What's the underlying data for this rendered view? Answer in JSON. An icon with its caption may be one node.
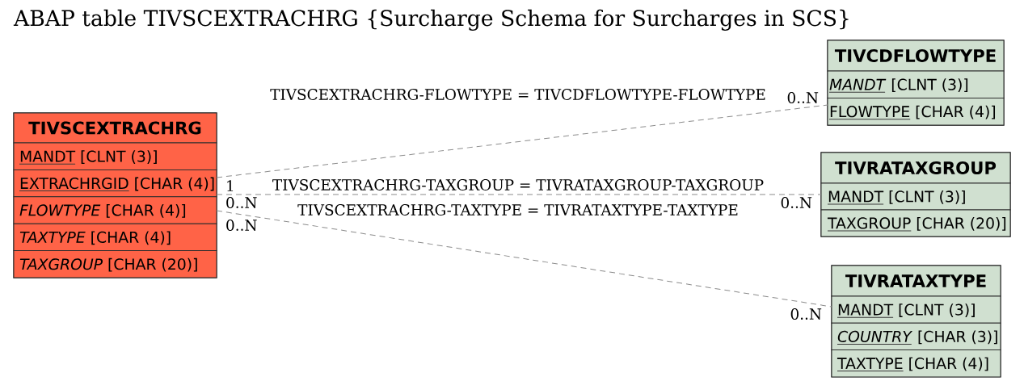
{
  "diagram": {
    "title": "ABAP table TIVSCEXTRACHRG {Surcharge Schema for Surcharges in SCS}",
    "nodes": [
      {
        "text": [
          "TIVSCEXTRACHRG",
          "MANDT [CLNT (3)]",
          "EXTRACHRGID [CHAR (4)]",
          "*FLOWTYPE* [CHAR (4)]",
          "*TAXTYPE* [CHAR (4)]",
          "*TAXGROUP* [CHAR (20)]"
        ]
      },
      {
        "text": [
          "TIVCDFLOWTYPE",
          "*MANDT* [CLNT (3)]",
          "FLOWTYPE [CHAR (4)]"
        ]
      },
      {
        "text": [
          "TIVRATAXGROUP",
          "MANDT [CLNT (3)]",
          "TAXGROUP [CHAR (20)]"
        ]
      },
      {
        "text": [
          "TIVRATAXTYPE",
          "MANDT [CLNT (3)]",
          "*COUNTRY* [CHAR (3)]",
          "TAXTYPE [CHAR (4)]"
        ]
      }
    ],
    "edges": [
      {
        "from": 0,
        "to": 1,
        "arrow": "none",
        "label": "TIVSCEXTRACHRG-FLOWTYPE = TIVCDFLOWTYPE-FLOWTYPE"
      },
      {
        "from": 0,
        "to": 2,
        "arrow": "none",
        "label": "TIVSCEXTRACHRG-TAXGROUP = TIVRATAXGROUP-TAXGROUP"
      },
      {
        "from": 0,
        "to": 3,
        "arrow": "none",
        "label": "TIVSCEXTRACHRG-TAXTYPE = TIVRATAXTYPE-TAXTYPE"
      }
    ],
    "labels": [
      "0..N",
      "1",
      "0..N",
      "0..N",
      "0..N",
      "0..N"
    ]
  }
}
